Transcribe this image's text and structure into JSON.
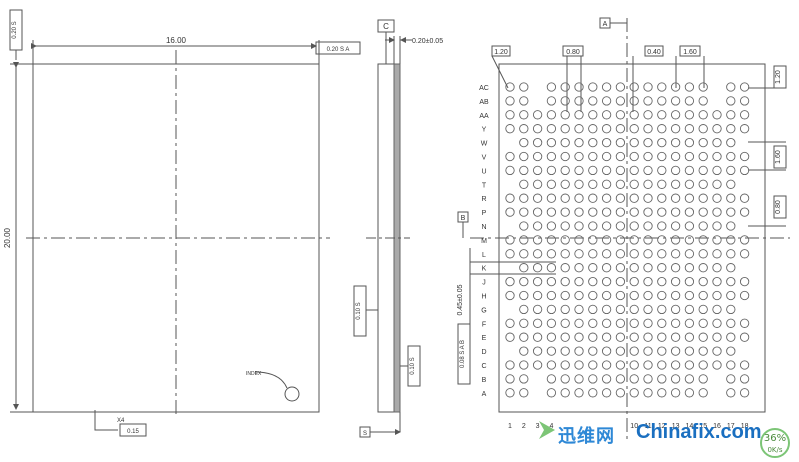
{
  "top_view": {
    "width_dim": "16.00",
    "height_dim": "20.00",
    "flatness_top": "0.20 S",
    "position_tol": "0.20 S A",
    "index_label": "INDEX",
    "corner_note_prefix": "X4",
    "corner_note_value": "0.15"
  },
  "side_view": {
    "datum_c": "C",
    "thickness_dim": "0.20±0.05",
    "flat_tol_a": "0.10 S",
    "flat_tol_b": "0.10 S",
    "datum_s": "S"
  },
  "ball_view": {
    "datum_a": "A",
    "datum_b": "B",
    "pitch_labels": [
      "1.20",
      "0.80",
      "0.40",
      "1.60"
    ],
    "right_labels": [
      "1.20",
      "1.60",
      "0.80"
    ],
    "ball_dia": "0.45±0.05",
    "ball_tol": "0.08 S A B",
    "row_labels": [
      "AC",
      "AB",
      "AA",
      "Y",
      "W",
      "V",
      "U",
      "T",
      "R",
      "P",
      "N",
      "M",
      "L",
      "K",
      "J",
      "H",
      "G",
      "F",
      "E",
      "D",
      "C",
      "B",
      "A"
    ],
    "col_labels": [
      "1",
      "2",
      "3",
      "4",
      "",
      "",
      "",
      "",
      "",
      "10",
      "11",
      "12",
      "13",
      "14",
      "15",
      "16",
      "17",
      "18"
    ]
  },
  "watermark": {
    "cn_text": "迅维网",
    "en_text": "Chinafix.com",
    "badge_top": "36%",
    "badge_bottom": "0K/s"
  },
  "colors": {
    "line": "#555555",
    "watermark_blue": "#1a6fc0",
    "watermark_green": "#7cc576"
  }
}
